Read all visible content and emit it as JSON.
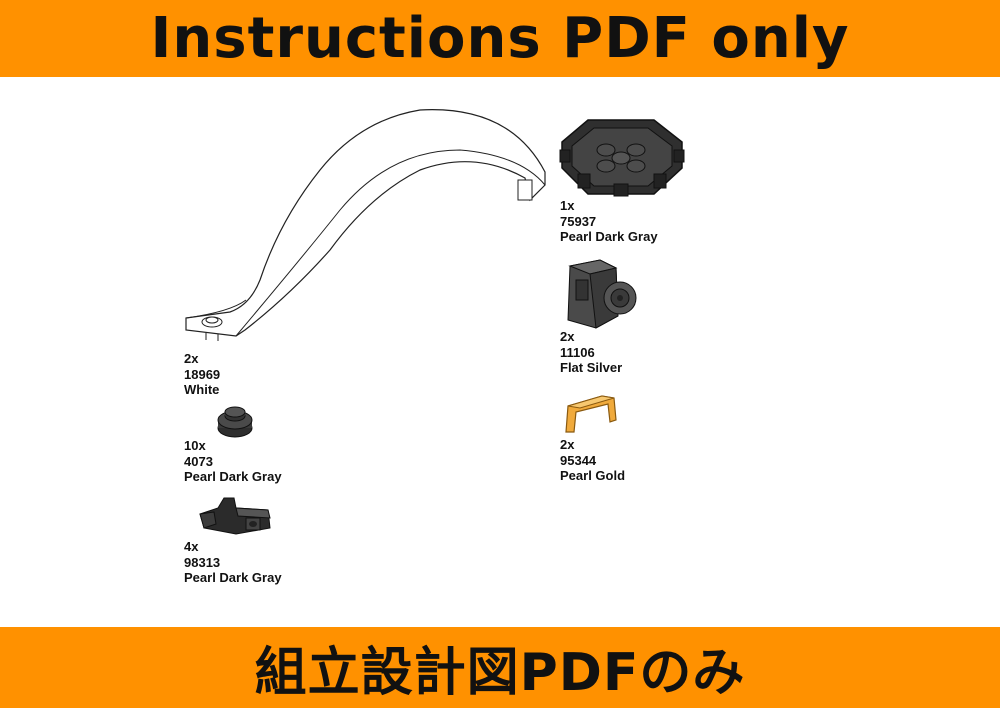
{
  "colors": {
    "banner_bg": "#ff9100",
    "banner_text": "#111111",
    "pearl_dark_gray": "#3a3a3a",
    "flat_silver": "#5a5a5a",
    "pearl_gold": "#f0aa3c",
    "white_part": "#ffffff"
  },
  "header": {
    "title": "Instructions PDF only"
  },
  "footer": {
    "title": "組立設計図PDFのみ"
  },
  "parts": [
    {
      "qty": "2x",
      "id": "18969",
      "color": "White",
      "icon": "curved-slope-icon"
    },
    {
      "qty": "10x",
      "id": "4073",
      "color": "Pearl Dark Gray",
      "icon": "round-plate-icon"
    },
    {
      "qty": "4x",
      "id": "98313",
      "color": "Pearl Dark Gray",
      "icon": "clip-plate-icon"
    },
    {
      "qty": "1x",
      "id": "75937",
      "color": "Pearl Dark Gray",
      "icon": "octagonal-plate-icon"
    },
    {
      "qty": "2x",
      "id": "11106",
      "color": "Flat Silver",
      "icon": "bracket-brick-icon"
    },
    {
      "qty": "2x",
      "id": "95344",
      "color": "Pearl Gold",
      "icon": "bar-handle-icon"
    }
  ]
}
